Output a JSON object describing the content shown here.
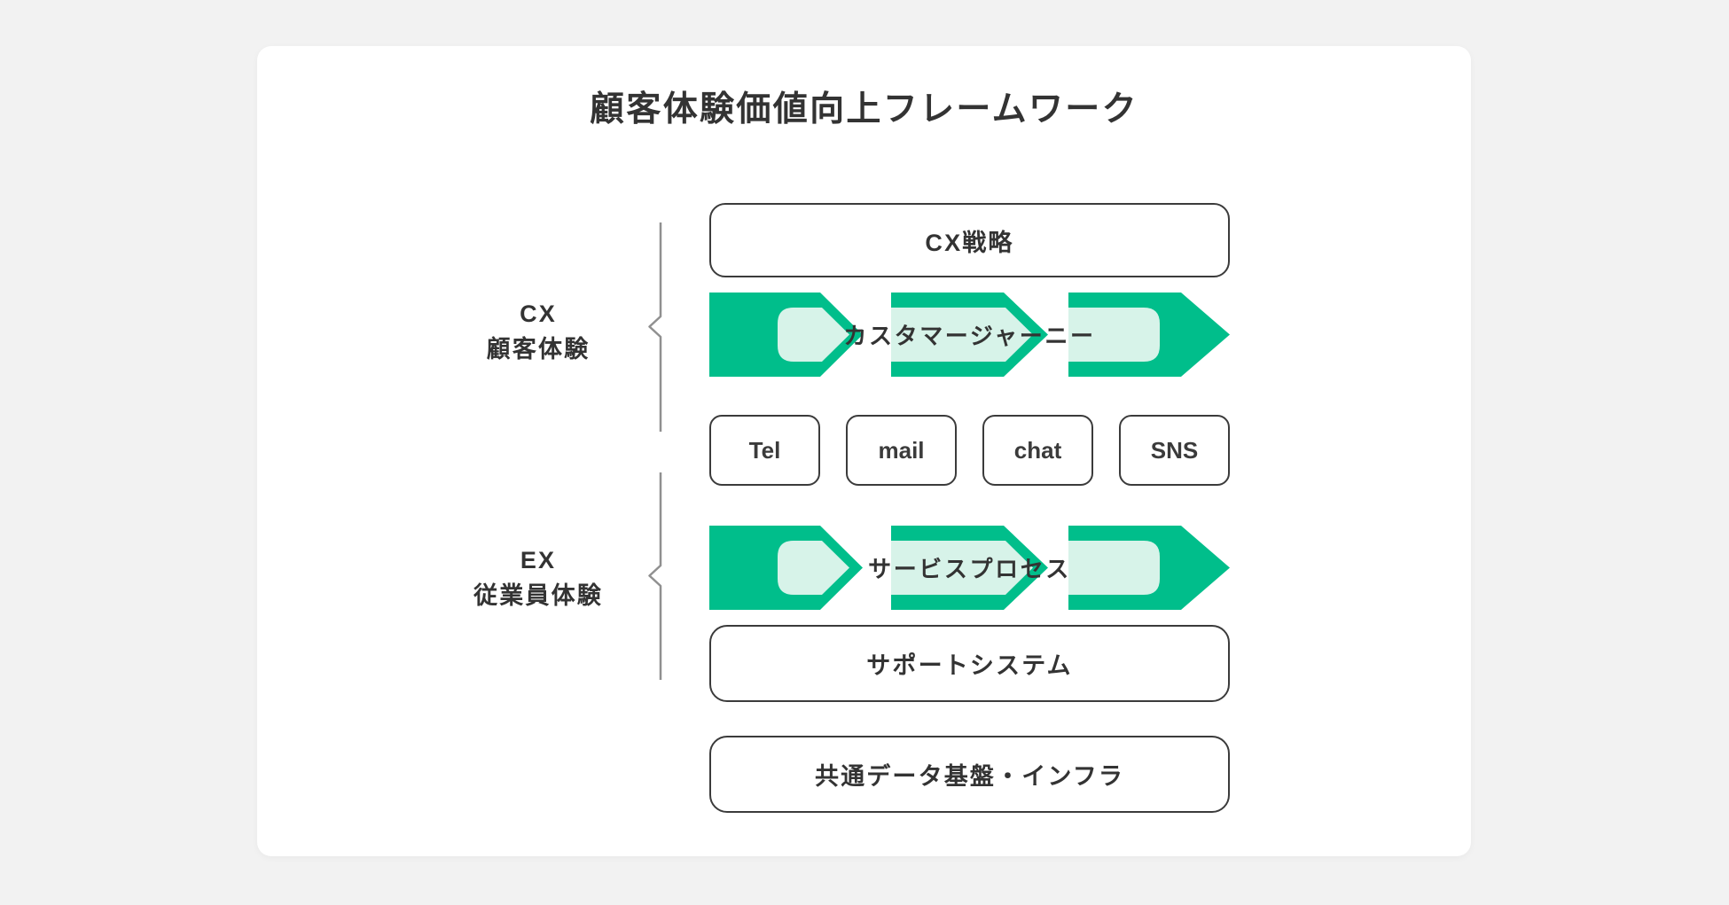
{
  "title": "顧客体験価値向上フレームワーク",
  "groups": {
    "cx": {
      "abbr": "CX",
      "name": "顧客体験"
    },
    "ex": {
      "abbr": "EX",
      "name": "従業員体験"
    }
  },
  "layers": {
    "cx_strategy": "CX戦略",
    "customer_journey": "カスタマージャーニー",
    "service_process": "サービスプロセス",
    "support_system": "サポートシステム",
    "infrastructure": "共通データ基盤・インフラ"
  },
  "channels": [
    "Tel",
    "mail",
    "chat",
    "SNS"
  ],
  "colors": {
    "background": "#F2F2F2",
    "card": "#FFFFFF",
    "arrow_green": "#00BE8B",
    "arrow_mint": "#D7F3E9",
    "border_ink": "#3B3B3B",
    "text_ink": "#333333",
    "brace_gray": "#909090"
  }
}
